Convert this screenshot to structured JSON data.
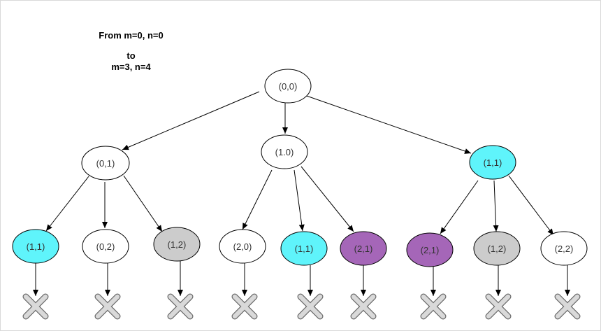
{
  "caption": {
    "line1": "From m=0, n=0",
    "line2": "to",
    "line3": "m=3, n=4"
  },
  "colors": {
    "white": "#ffffff",
    "cyan": "#5ff4fb",
    "gray": "#cccccc",
    "purple": "#a566b8",
    "stroke": "#000000"
  },
  "nodes": {
    "root": {
      "label": "(0,0)",
      "fill": "white"
    },
    "l1_left": {
      "label": "(0,1)",
      "fill": "white"
    },
    "l1_mid": {
      "label": "(1.0)",
      "fill": "white"
    },
    "l1_right": {
      "label": "(1,1)",
      "fill": "cyan"
    },
    "l2_1": {
      "label": "(1,1)",
      "fill": "cyan"
    },
    "l2_2": {
      "label": "(0,2)",
      "fill": "white"
    },
    "l2_3": {
      "label": "(1,2)",
      "fill": "gray"
    },
    "l2_4": {
      "label": "(2,0)",
      "fill": "white"
    },
    "l2_5": {
      "label": "(1,1)",
      "fill": "cyan"
    },
    "l2_6": {
      "label": "(2,1)",
      "fill": "purple"
    },
    "l2_7": {
      "label": "(2,1)",
      "fill": "purple"
    },
    "l2_8": {
      "label": "(1,2)",
      "fill": "gray"
    },
    "l2_9": {
      "label": "(2,2)",
      "fill": "white"
    }
  },
  "stop_icon": "x-cross-icon"
}
